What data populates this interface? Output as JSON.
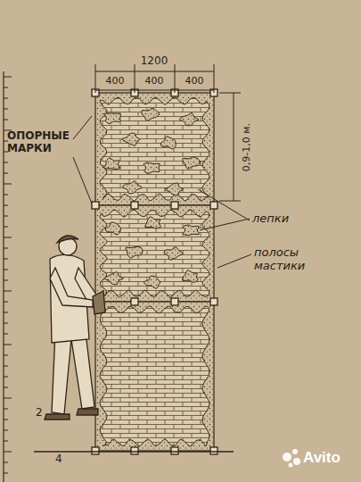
{
  "diagram": {
    "labels": [
      "ОПОРНЫЕ МАРКИ",
      "1200",
      "400",
      "400",
      "400",
      "0,9-1,0 м.",
      "лепки",
      "полосы мастики",
      "2",
      "4",
      "Avito"
    ]
  }
}
